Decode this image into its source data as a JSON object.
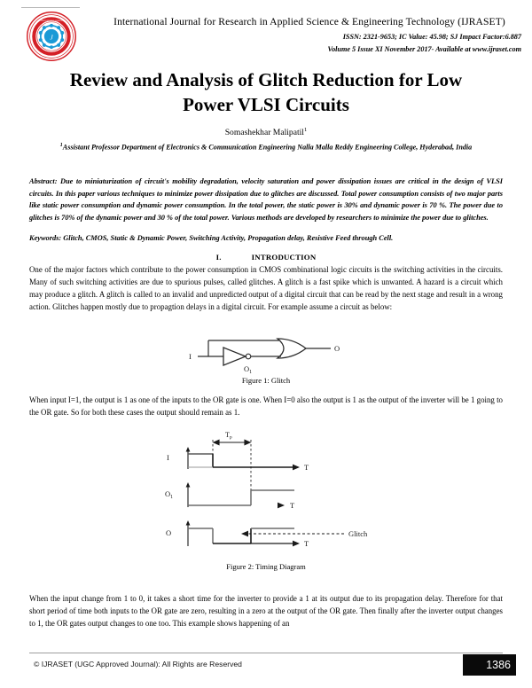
{
  "header": {
    "journal_title": "International Journal for Research in Applied Science & Engineering Technology (IJRASET)",
    "issn_line": "ISSN: 2321-9653; IC Value: 45.98; SJ Impact Factor:6.887",
    "volume_line": "Volume 5 Issue XI November 2017- Available at www.ijraset.com",
    "logo_name": "ijraset-seal-logo"
  },
  "title": {
    "text": "Review and Analysis of Glitch Reduction for Low Power VLSI Circuits",
    "author": "Somashekhar Malipatil",
    "author_marker": "1",
    "affiliation_marker": "1",
    "affiliation": "Assistant Professor Department of Electronics & Communication Engineering Nalla Malla Reddy Engineering College, Hyderabad, India"
  },
  "abstract": {
    "text": "Abstract: Due to miniaturization of circuit's mobility degradation, velocity saturation and power dissipation issues are critical in the design of VLSI circuits. In this paper various techniques to minimize power dissipation due to glitches are discussed. Total power consumption consists of two major parts like static power consumption and dynamic power consumption. In the total power, the static power is 30% and dynamic power is 70 %. The power due to glitches is 70% of the dynamic power and 30 % of the total power. Various methods are developed by researchers to minimize the power due to glitches.",
    "keywords": "Keywords: Glitch, CMOS, Static & Dynamic Power, Switching Activity, Propagation delay, Resistive Feed through Cell."
  },
  "sections": {
    "intro_numeral": "I.",
    "intro_heading": "INTRODUCTION",
    "intro_paragraph": "One of the major factors which contribute to the power consumption in CMOS combinational logic circuits is the switching activities in the circuits. Many of such switching activities are due to spurious pulses, called glitches. A glitch is a fast spike which is unwanted. A hazard is a circuit which may produce a glitch. A glitch is called to an invalid and unpredicted output of a digital circuit that can be read by the next stage and result in a wrong action. Glitches happen mostly due to propagtion delays in a digital circuit. For example assume a circuit as below:",
    "paragraph_after_fig1": "When input I=1, the output is 1 as one of the inputs to the OR gate is one. When I=0 also the output is 1 as the output of the inverter will be 1 going to the OR gate. So for both these cases the output should remain as 1.",
    "paragraph_after_fig2": "When the input change from 1 to 0, it takes a short time for the inverter to provide a 1 at its output due to its propagation delay. Therefore for that short period of time both inputs to the OR gate are zero, resulting in a zero at the output of the OR gate. Then finally after the inverter output changes to 1, the OR gates output changes to one too. This example shows happening of an"
  },
  "figure1": {
    "caption": "Figure 1: Glitch",
    "input_label": "I",
    "inverter_output_label": "O",
    "inverter_output_sub": "1",
    "gate_output_label": "O"
  },
  "figure2": {
    "caption": "Figure 2: Timing Diagram",
    "delay_label": "T",
    "delay_label_sub": "p",
    "signal_input_label": "I",
    "signal_inverter_label": "O",
    "signal_inverter_sub": "1",
    "signal_output_label": "O",
    "time_axis_label": "T",
    "glitch_annotation": "Glitch"
  },
  "footer": {
    "copyright": "© IJRASET (UGC Approved Journal): All Rights are Reserved",
    "page_number": "1386"
  },
  "colors": {
    "logo_red": "#d42027",
    "logo_blue": "#1b9ad6",
    "page_box": "#0a0a0a",
    "text": "#000000"
  }
}
